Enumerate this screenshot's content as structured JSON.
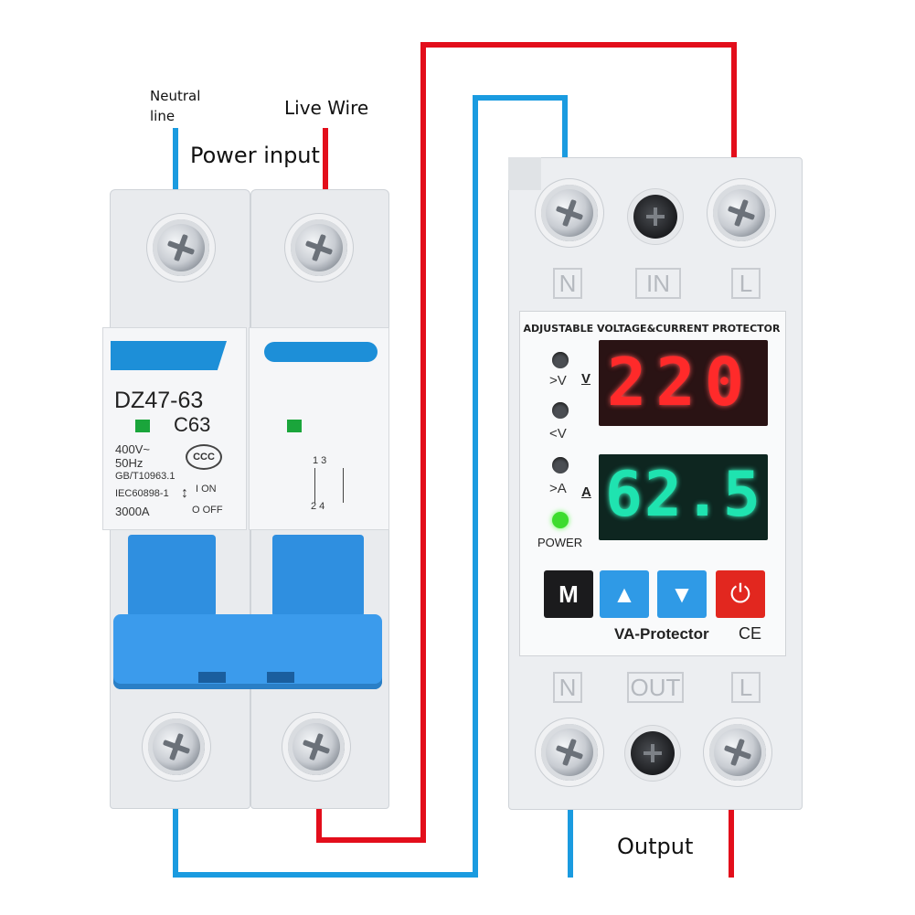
{
  "labels": {
    "neutral_line": "Neutral line",
    "live_wire": "Live Wire",
    "power_input": "Power input",
    "output": "Output"
  },
  "breaker": {
    "model": "DZ47-63",
    "rating": "C63",
    "voltage": "400V~",
    "frequency": "50Hz",
    "standard1": "GB/T10963.1",
    "standard2": "IEC60898-1",
    "capacity": "3000A",
    "on_label": "I ON",
    "off_label": "O OFF",
    "cert_mark": "CCC",
    "terminal_top": "1 3",
    "terminal_bottom": "2 4"
  },
  "protector": {
    "header": "ADJUSTABLE VOLTAGE&CURRENT PROTECTOR",
    "top_terminals": [
      "N",
      "IN",
      "L"
    ],
    "bottom_terminals": [
      "N",
      "OUT",
      "L"
    ],
    "indicators": [
      ">V",
      "<V",
      ">A"
    ],
    "voltage_unit": "V",
    "current_unit": "A",
    "voltage_display": "220",
    "current_display": "62.5",
    "power_label": "POWER",
    "buttons": {
      "menu": "M",
      "up": "▲",
      "down": "▼",
      "power": "⏻"
    },
    "brand": "VA-Protector",
    "ce_mark": "CE"
  },
  "colors": {
    "live": "#e30e1b",
    "neutral": "#1a9be0",
    "voltage_digits": "#ff2a2a",
    "current_digits": "#1fe3b0",
    "power_led": "#3ddc2e"
  }
}
